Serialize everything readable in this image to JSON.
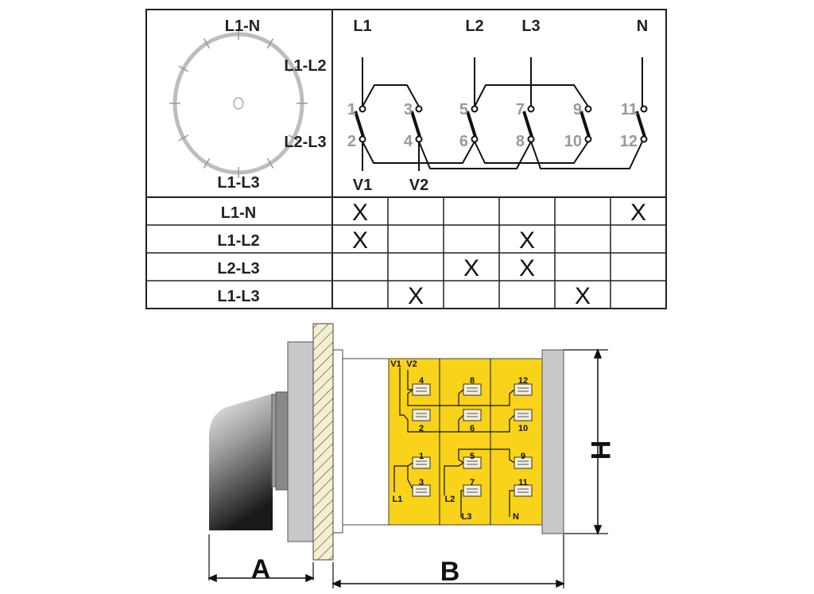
{
  "dial": {
    "positions": [
      "L1-N",
      "L1-L2",
      "L2-L3",
      "L1-L3"
    ]
  },
  "schematic": {
    "inputs": [
      "L1",
      "L2",
      "L3",
      "N"
    ],
    "outputs": [
      "V1",
      "V2"
    ],
    "terminals_top": [
      "1",
      "3",
      "5",
      "7",
      "9",
      "11"
    ],
    "terminals_bottom": [
      "2",
      "4",
      "6",
      "8",
      "10",
      "12"
    ]
  },
  "table": {
    "mark": "X",
    "rows": [
      {
        "label": "L1-N",
        "closed": [
          1,
          6
        ]
      },
      {
        "label": "L1-L2",
        "closed": [
          1,
          4
        ]
      },
      {
        "label": "L2-L3",
        "closed": [
          3,
          4
        ]
      },
      {
        "label": "L1-L3",
        "closed": [
          2,
          5
        ]
      }
    ]
  },
  "drawing": {
    "dimensions": [
      "A",
      "B",
      "H"
    ],
    "terminal_labels": [
      "4",
      "8",
      "12",
      "2",
      "6",
      "10",
      "1",
      "5",
      "9",
      "3",
      "7",
      "11"
    ],
    "wire_labels": [
      "V1",
      "V2",
      "L1",
      "L2",
      "L3",
      "N"
    ],
    "colors": {
      "terminal_block": "#f9d21a",
      "housing": "#c8c8ca",
      "panel": "#f5efcf"
    }
  }
}
